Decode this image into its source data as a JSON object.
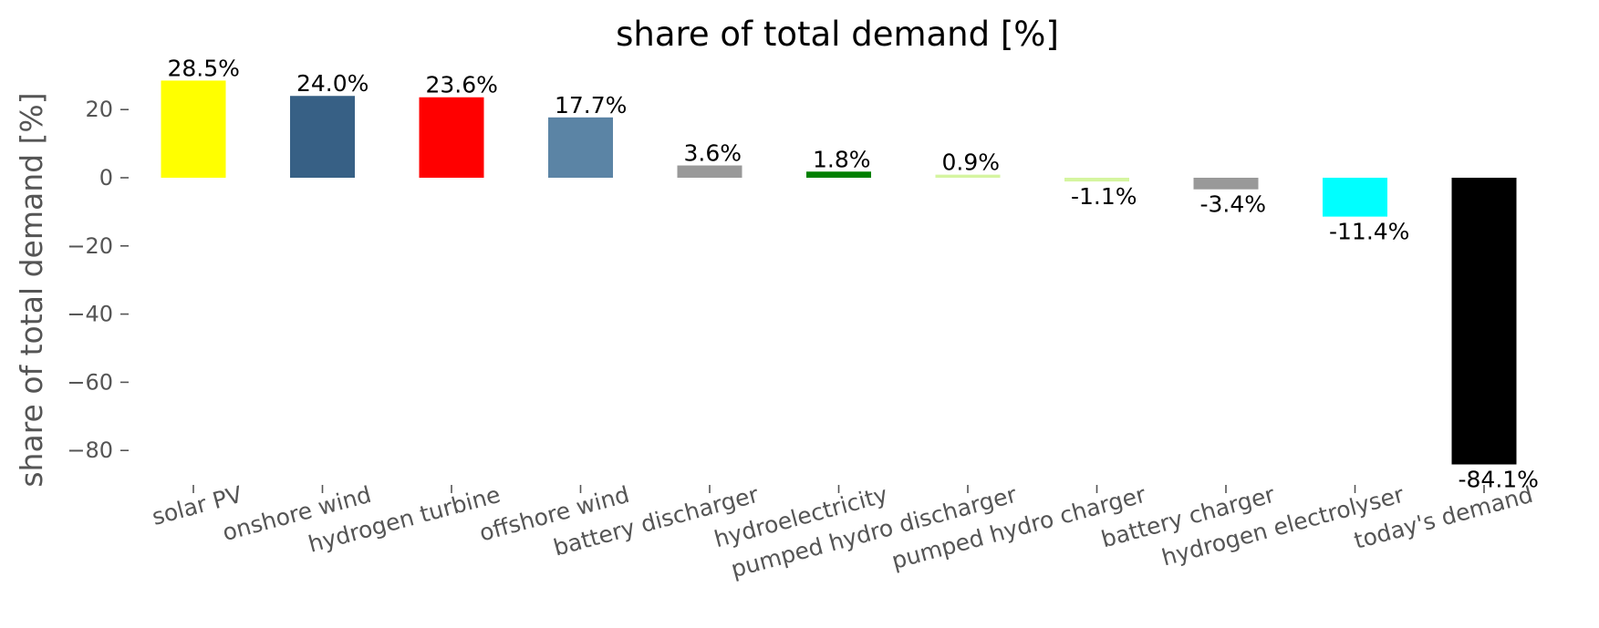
{
  "chart_data": {
    "type": "bar",
    "title": "share of total demand [%]",
    "xlabel": "",
    "ylabel": "share of total demand [%]",
    "ylim": [
      -91,
      33
    ],
    "yticks": [
      20,
      0,
      -20,
      -40,
      -60,
      -80
    ],
    "ytick_labels": [
      "20",
      "0",
      "−20",
      "−40",
      "−60",
      "−80"
    ],
    "categories": [
      "solar PV",
      "onshore wind",
      "hydrogen turbine",
      "offshore wind",
      "battery discharger",
      "hydroelectricity",
      "pumped hydro discharger",
      "pumped hydro charger",
      "battery charger",
      "hydrogen electrolyser",
      "today's demand"
    ],
    "values": [
      28.5,
      24.0,
      23.6,
      17.7,
      3.6,
      1.8,
      0.9,
      -1.1,
      -3.4,
      -11.4,
      -84.1
    ],
    "data_labels": [
      "28.5%",
      "24.0%",
      "23.6%",
      "17.7%",
      "3.6%",
      "1.8%",
      "0.9%",
      "-1.1%",
      "-3.4%",
      "-11.4%",
      "-84.1%"
    ],
    "colors": [
      "#ffff00",
      "#376085",
      "#ff0000",
      "#5b84a5",
      "#999999",
      "#008000",
      "#d5f5a0",
      "#d5f5a0",
      "#999999",
      "#00ffff",
      "#000000"
    ],
    "grid": false,
    "legend": "none"
  }
}
